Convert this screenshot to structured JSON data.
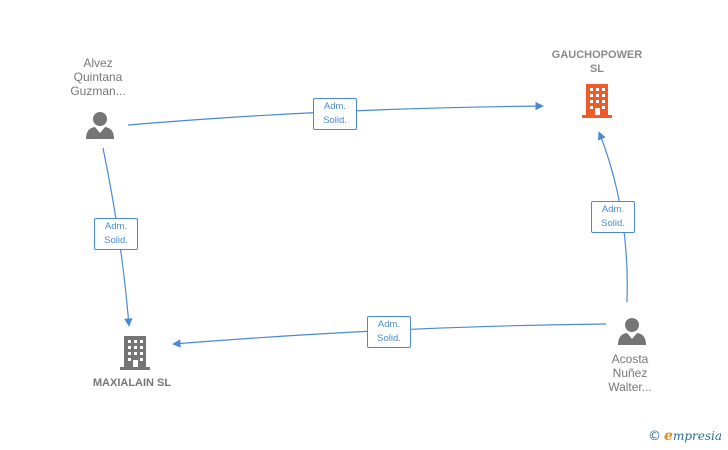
{
  "nodes": {
    "person_alvez": {
      "lines": [
        "Alvez",
        "Quintana",
        "Guzman..."
      ]
    },
    "person_acosta": {
      "lines": [
        "Acosta",
        "Nuñez",
        "Walter..."
      ]
    },
    "company_gauchopower": {
      "lines": [
        "GAUCHOPOWER",
        "SL"
      ]
    },
    "company_maxialain": {
      "lines": [
        "MAXIALAIN SL"
      ]
    }
  },
  "edges": [
    {
      "from": "Alvez Quintana Guzman...",
      "to": "GAUCHOPOWER SL",
      "label": [
        "Adm.",
        "Solid."
      ]
    },
    {
      "from": "Alvez Quintana Guzman...",
      "to": "MAXIALAIN SL",
      "label": [
        "Adm.",
        "Solid."
      ]
    },
    {
      "from": "Acosta Nuñez Walter...",
      "to": "GAUCHOPOWER SL",
      "label": [
        "Adm.",
        "Solid."
      ]
    },
    {
      "from": "Acosta Nuñez Walter...",
      "to": "MAXIALAIN SL",
      "label": [
        "Adm.",
        "Solid."
      ]
    }
  ],
  "colors": {
    "edge": "#4a8ad4",
    "person_icon": "#757575",
    "company_icon": "#757575",
    "company_icon_focus": "#f05a28"
  },
  "brand": {
    "copyright": "©",
    "initial": "e",
    "rest": "mpresia"
  }
}
